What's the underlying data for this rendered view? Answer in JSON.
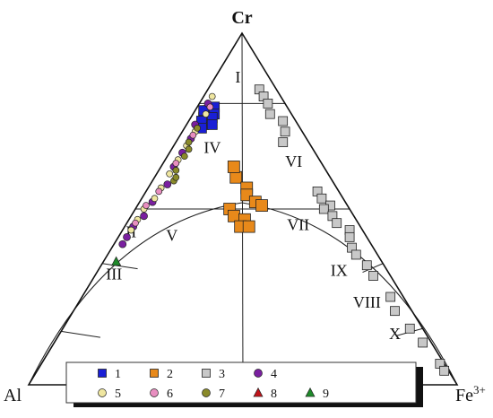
{
  "chart_data": {
    "type": "scatter",
    "subtype": "ternary",
    "vertices": {
      "top": "Cr",
      "left": "Al",
      "right": "Fe",
      "right_superscript": "3+"
    },
    "fields": [
      "I",
      "II",
      "III",
      "IV",
      "V",
      "VI",
      "VII",
      "VIII",
      "IX",
      "X"
    ],
    "legend": {
      "placement": "bottom",
      "entries": [
        {
          "label": "1",
          "marker": "square",
          "color": "#1a1fd6"
        },
        {
          "label": "2",
          "marker": "square",
          "color": "#e8891a"
        },
        {
          "label": "3",
          "marker": "square",
          "color": "#c8c8c8"
        },
        {
          "label": "4",
          "marker": "circle",
          "color": "#7a1fa0"
        },
        {
          "label": "5",
          "marker": "circle",
          "color": "#efe6a0"
        },
        {
          "label": "6",
          "marker": "circle",
          "color": "#e88ec0"
        },
        {
          "label": "7",
          "marker": "circle",
          "color": "#8a8a2a"
        },
        {
          "label": "8",
          "marker": "triangle",
          "color": "#c0141a"
        },
        {
          "label": "9",
          "marker": "triangle",
          "color": "#1f8a2a"
        }
      ]
    },
    "series": [
      {
        "name": "1",
        "marker": "square",
        "size": 11,
        "points": [
          [
            0.76,
            0.2,
            0.04
          ],
          [
            0.75,
            0.21,
            0.04
          ],
          [
            0.78,
            0.18,
            0.04
          ],
          [
            0.77,
            0.2,
            0.03
          ],
          [
            0.74,
            0.22,
            0.04
          ],
          [
            0.79,
            0.17,
            0.04
          ],
          [
            0.76,
            0.21,
            0.03
          ],
          [
            0.78,
            0.19,
            0.03
          ],
          [
            0.75,
            0.22,
            0.03
          ],
          [
            0.77,
            0.18,
            0.05
          ],
          [
            0.73,
            0.23,
            0.04
          ],
          [
            0.76,
            0.19,
            0.05
          ],
          [
            0.78,
            0.2,
            0.02
          ],
          [
            0.74,
            0.2,
            0.06
          ]
        ]
      },
      {
        "name": "2",
        "marker": "square",
        "size": 13,
        "points": [
          [
            0.59,
            0.22,
            0.19
          ],
          [
            0.56,
            0.21,
            0.23
          ],
          [
            0.54,
            0.22,
            0.24
          ],
          [
            0.5,
            0.28,
            0.22
          ],
          [
            0.48,
            0.28,
            0.24
          ],
          [
            0.47,
            0.26,
            0.27
          ],
          [
            0.45,
            0.28,
            0.27
          ],
          [
            0.45,
            0.26,
            0.29
          ],
          [
            0.52,
            0.21,
            0.27
          ],
          [
            0.51,
            0.2,
            0.29
          ],
          [
            0.62,
            0.21,
            0.17
          ]
        ]
      },
      {
        "name": "3",
        "marker": "square",
        "size": 10,
        "points": [
          [
            0.84,
            0.04,
            0.12
          ],
          [
            0.82,
            0.04,
            0.14
          ],
          [
            0.8,
            0.04,
            0.16
          ],
          [
            0.77,
            0.05,
            0.18
          ],
          [
            0.75,
            0.03,
            0.22
          ],
          [
            0.72,
            0.04,
            0.24
          ],
          [
            0.69,
            0.06,
            0.25
          ],
          [
            0.55,
            0.05,
            0.4
          ],
          [
            0.53,
            0.05,
            0.42
          ],
          [
            0.51,
            0.04,
            0.45
          ],
          [
            0.5,
            0.06,
            0.44
          ],
          [
            0.48,
            0.05,
            0.47
          ],
          [
            0.46,
            0.05,
            0.49
          ],
          [
            0.44,
            0.03,
            0.53
          ],
          [
            0.42,
            0.04,
            0.54
          ],
          [
            0.39,
            0.05,
            0.56
          ],
          [
            0.37,
            0.05,
            0.58
          ],
          [
            0.34,
            0.04,
            0.62
          ],
          [
            0.31,
            0.04,
            0.65
          ],
          [
            0.25,
            0.03,
            0.72
          ],
          [
            0.21,
            0.04,
            0.75
          ],
          [
            0.16,
            0.03,
            0.81
          ],
          [
            0.12,
            0.02,
            0.86
          ],
          [
            0.06,
            0.01,
            0.93
          ],
          [
            0.04,
            0.01,
            0.95
          ]
        ]
      },
      {
        "name": "4",
        "marker": "circle",
        "size": 8,
        "points": [
          [
            0.8,
            0.18,
            0.02
          ],
          [
            0.74,
            0.24,
            0.02
          ],
          [
            0.7,
            0.27,
            0.03
          ],
          [
            0.66,
            0.31,
            0.03
          ],
          [
            0.62,
            0.35,
            0.03
          ],
          [
            0.57,
            0.39,
            0.04
          ],
          [
            0.52,
            0.45,
            0.03
          ],
          [
            0.48,
            0.49,
            0.03
          ],
          [
            0.45,
            0.53,
            0.02
          ],
          [
            0.42,
            0.56,
            0.02
          ],
          [
            0.4,
            0.58,
            0.02
          ]
        ]
      },
      {
        "name": "5",
        "marker": "circle",
        "size": 7,
        "points": [
          [
            0.82,
            0.16,
            0.02
          ],
          [
            0.77,
            0.2,
            0.03
          ],
          [
            0.72,
            0.25,
            0.03
          ],
          [
            0.68,
            0.29,
            0.03
          ],
          [
            0.64,
            0.33,
            0.03
          ],
          [
            0.6,
            0.37,
            0.03
          ],
          [
            0.56,
            0.41,
            0.03
          ],
          [
            0.53,
            0.44,
            0.03
          ],
          [
            0.5,
            0.48,
            0.02
          ],
          [
            0.47,
            0.51,
            0.02
          ],
          [
            0.44,
            0.54,
            0.02
          ]
        ]
      },
      {
        "name": "6",
        "marker": "circle",
        "size": 7,
        "points": [
          [
            0.79,
            0.18,
            0.03
          ],
          [
            0.71,
            0.26,
            0.03
          ],
          [
            0.63,
            0.34,
            0.03
          ],
          [
            0.55,
            0.42,
            0.03
          ],
          [
            0.51,
            0.47,
            0.02
          ],
          [
            0.46,
            0.52,
            0.02
          ]
        ]
      },
      {
        "name": "7",
        "marker": "circle",
        "size": 7,
        "points": [
          [
            0.73,
            0.24,
            0.03
          ],
          [
            0.69,
            0.28,
            0.03
          ],
          [
            0.67,
            0.29,
            0.04
          ],
          [
            0.65,
            0.31,
            0.04
          ],
          [
            0.61,
            0.35,
            0.04
          ],
          [
            0.58,
            0.37,
            0.05
          ],
          [
            0.59,
            0.36,
            0.05
          ]
        ]
      },
      {
        "name": "8",
        "marker": "triangle",
        "size": 9,
        "points": []
      },
      {
        "name": "9",
        "marker": "triangle",
        "size": 9,
        "points": [
          [
            0.35,
            0.62,
            0.03
          ]
        ]
      }
    ]
  }
}
